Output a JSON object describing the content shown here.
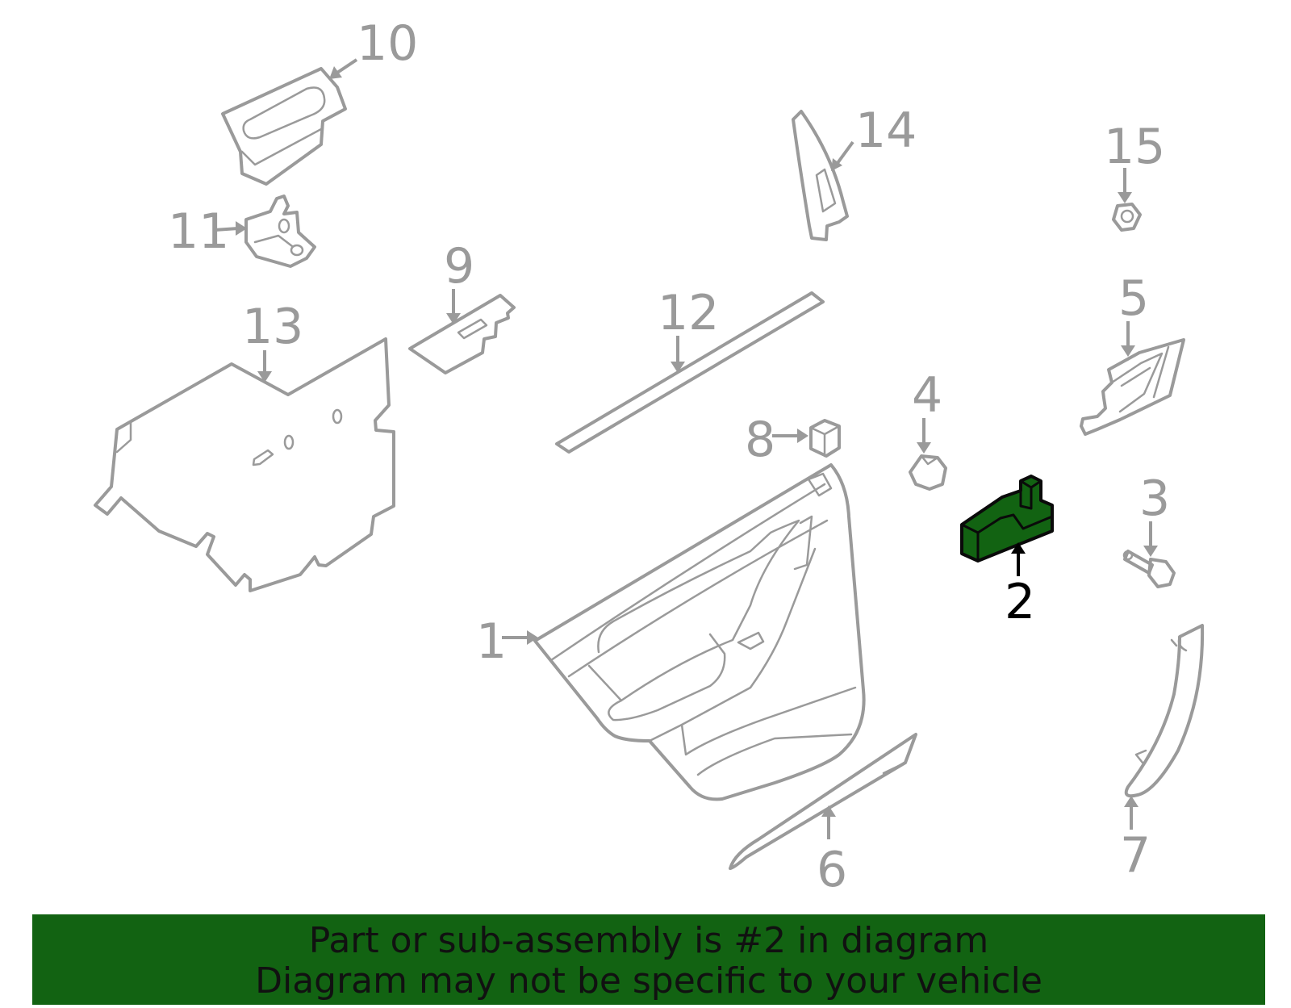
{
  "callouts": {
    "c1": "1",
    "c2": "2",
    "c3": "3",
    "c4": "4",
    "c5": "5",
    "c6": "6",
    "c7": "7",
    "c8": "8",
    "c9": "9",
    "c10": "10",
    "c11": "11",
    "c12": "12",
    "c13": "13",
    "c14": "14",
    "c15": "15"
  },
  "highlighted_part": "2",
  "banner": {
    "line1": "Part or sub-assembly is #2 in diagram",
    "line2": "Diagram may not be specific to your vehicle"
  },
  "colors": {
    "highlight": "#126312",
    "part_outline": "#9a9a9a",
    "highlight_label": "#000000"
  }
}
